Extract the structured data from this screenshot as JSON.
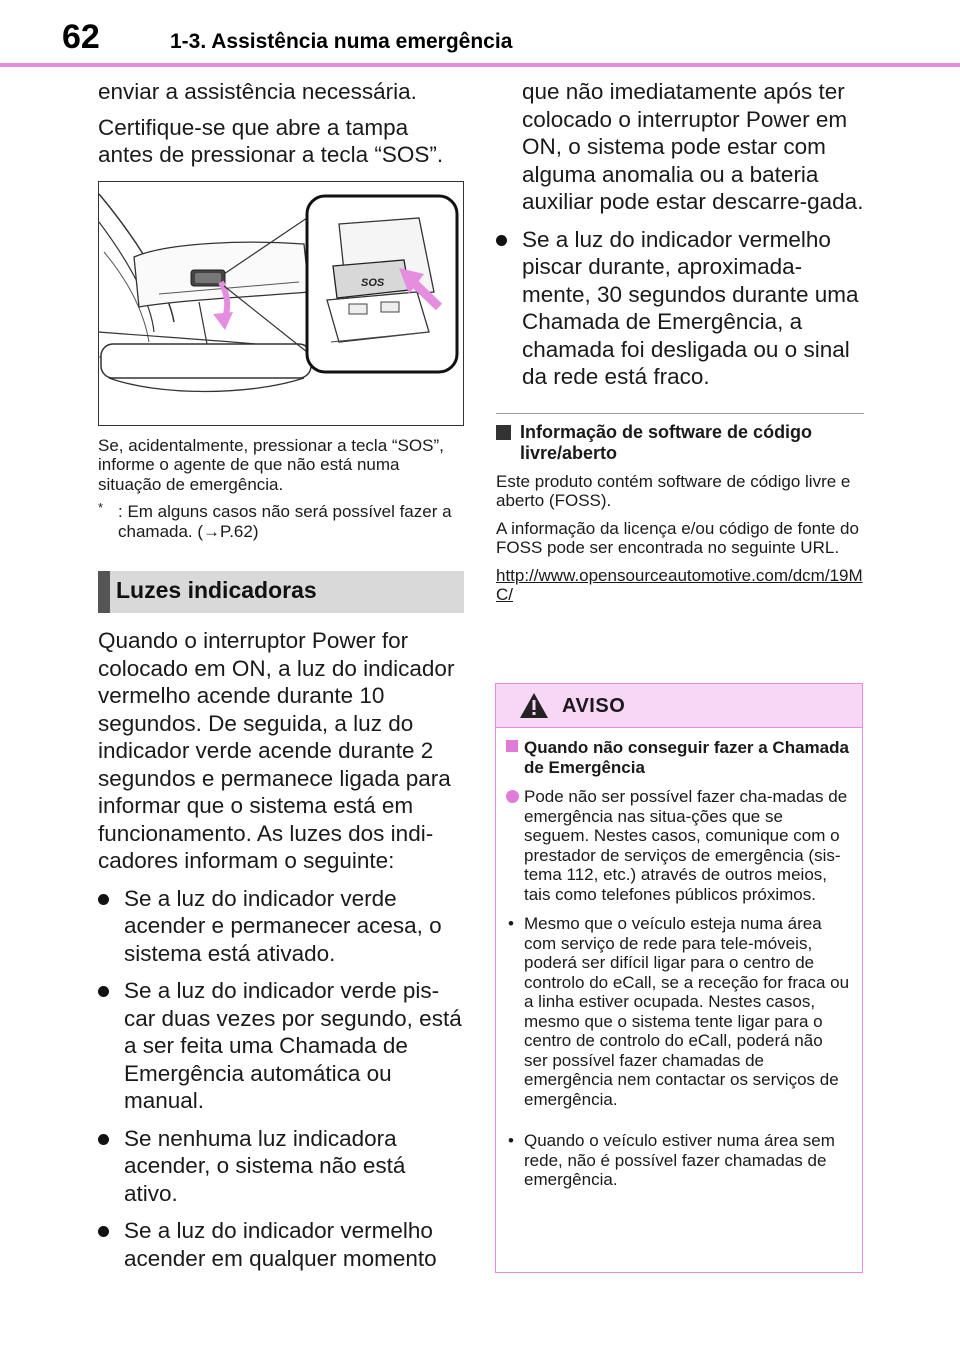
{
  "header": {
    "page_number": "62",
    "section_title": "1-3. Assistência numa emergência"
  },
  "left": {
    "p1": "enviar a assistência necessária.",
    "p2": "Certifique-se que abre a tampa antes de pressionar a tecla “SOS”.",
    "figure": {
      "sos_label": "SOS"
    },
    "caption": "Se, acidentalmente, pressionar a tecla “SOS”, informe o agente de que não está numa situação de emergência.",
    "footnote_mark": "*",
    "footnote": ": Em alguns casos não será possível fazer a chamada. (→P.62)",
    "heading": "Luzes indicadoras",
    "intro": "Quando o interruptor Power for colocado em ON, a luz do indicador vermelho acende durante 10 segundos. De seguida, a luz do indicador verde acende durante 2 segundos e permanece ligada para informar que o sistema está em funcionamento. As luzes dos indi-cadores informam o seguinte:",
    "bullets": [
      "Se a luz do indicador verde acender e permanecer acesa, o sistema está ativado.",
      "Se a luz do indicador verde pis-car duas vezes por segundo, está a ser feita uma Chamada de Emergência automática ou manual.",
      "Se nenhuma luz indicadora acender, o sistema não está ativo.",
      "Se a luz do indicador vermelho acender em qualquer momento"
    ]
  },
  "right": {
    "continuation": "que não imediatamente após ter colocado o interruptor Power em ON, o sistema pode estar com alguma anomalia ou a bateria auxiliar pode estar descarre-gada.",
    "bullet": "Se a luz do indicador vermelho piscar durante, aproximada-mente, 30 segundos durante uma Chamada de Emergência, a chamada foi desligada ou o sinal da rede está fraco.",
    "foss_heading": "Informação de software de código livre/aberto",
    "foss_p1": "Este produto contém software de código livre e aberto (FOSS).",
    "foss_p2": "A informação da licença e/ou código de fonte do FOSS pode ser encontrada no seguinte URL.",
    "foss_url": "http://www.opensourceautomotive.com/dcm/19MC/"
  },
  "warning": {
    "title": "AVISO",
    "subheading": "Quando não conseguir fazer a Chamada de Emergência",
    "bullet": "Pode não ser possível fazer cha-madas de emergência nas situa-ções que se seguem. Nestes casos, comunique com o prestador de serviços de emergência (sis-tema 112, etc.) através de outros meios, tais como telefones públicos próximos.",
    "item1_mark": "•",
    "item1": "Mesmo que o veículo esteja numa área com serviço de rede para tele-móveis, poderá ser difícil ligar para o centro de controlo do eCall, se a receção for fraca ou a linha estiver ocupada. Nestes casos, mesmo que o sistema tente ligar para o centro de controlo do eCall, poderá não ser possível fazer chamadas de emergência nem contactar os serviços de emergência.",
    "item2_mark": "•",
    "item2": "Quando o veículo estiver numa área sem rede, não é possível fazer chamadas de emergência."
  },
  "colors": {
    "accent_pink": "#e58ee0",
    "warning_header_bg": "#f8d6f5",
    "heading_bg": "#d9d9d9"
  }
}
